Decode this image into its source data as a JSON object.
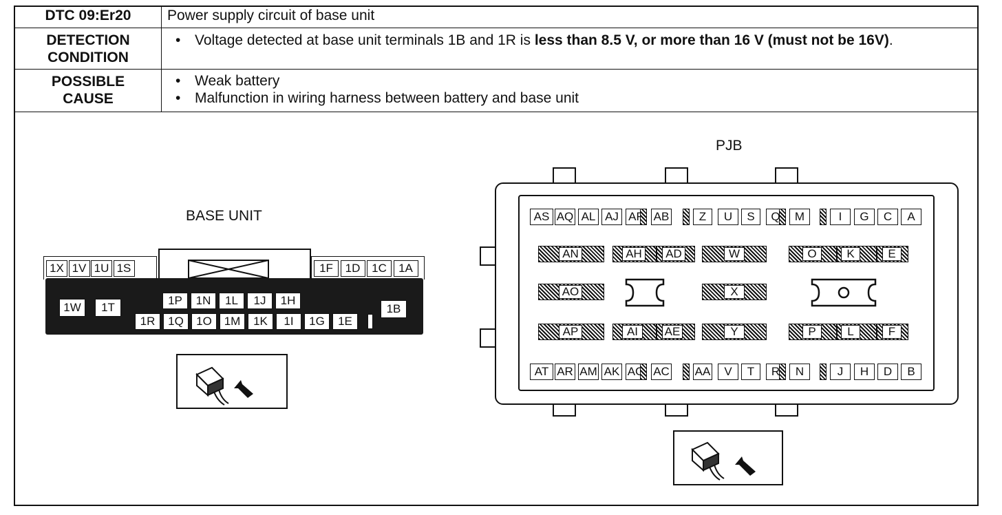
{
  "header": {
    "dtc_code": "DTC 09:Er20",
    "dtc_description": "Power supply circuit of base unit",
    "detection_label": "DETECTION CONDITION",
    "detection_text_pre": "Voltage detected at base unit terminals 1B and 1R is ",
    "detection_text_bold": "less than 8.5 V, or more than 16 V (must not be 16V)",
    "detection_text_post": ".",
    "cause_label": "POSSIBLE CAUSE",
    "causes": [
      "Weak battery",
      "Malfunction in wiring harness between battery and base unit"
    ]
  },
  "base_unit": {
    "title": "BASE UNIT",
    "top_left_pins": [
      "1X",
      "1V",
      "1U",
      "1S"
    ],
    "top_right_pins": [
      "1F",
      "1D",
      "1C",
      "1A"
    ],
    "left_pins": [
      "1W",
      "1T"
    ],
    "mid_upper_pins": [
      "1P",
      "1N",
      "1L",
      "1J",
      "1H"
    ],
    "mid_lower_pins": [
      "1R",
      "1Q",
      "1O",
      "1M",
      "1K",
      "1I",
      "1G",
      "1E"
    ],
    "right_pin": "1B"
  },
  "pjb": {
    "title": "PJB",
    "top_row": [
      "AS",
      "AQ",
      "AL",
      "AJ",
      "AF",
      "AB",
      "Z",
      "U",
      "S",
      "Q",
      "M",
      "I",
      "G",
      "C",
      "A"
    ],
    "bottom_row": [
      "AT",
      "AR",
      "AM",
      "AK",
      "AG",
      "AC",
      "AA",
      "V",
      "T",
      "R",
      "N",
      "J",
      "H",
      "D",
      "B"
    ],
    "mid": {
      "an": "AN",
      "ah": "AH",
      "ad": "AD",
      "w": "W",
      "o": "O",
      "k": "K",
      "e": "E",
      "ao": "AO",
      "x": "X",
      "ap": "AP",
      "ai": "AI",
      "ae": "AE",
      "y": "Y",
      "p": "P",
      "l": "L",
      "f": "F"
    }
  }
}
